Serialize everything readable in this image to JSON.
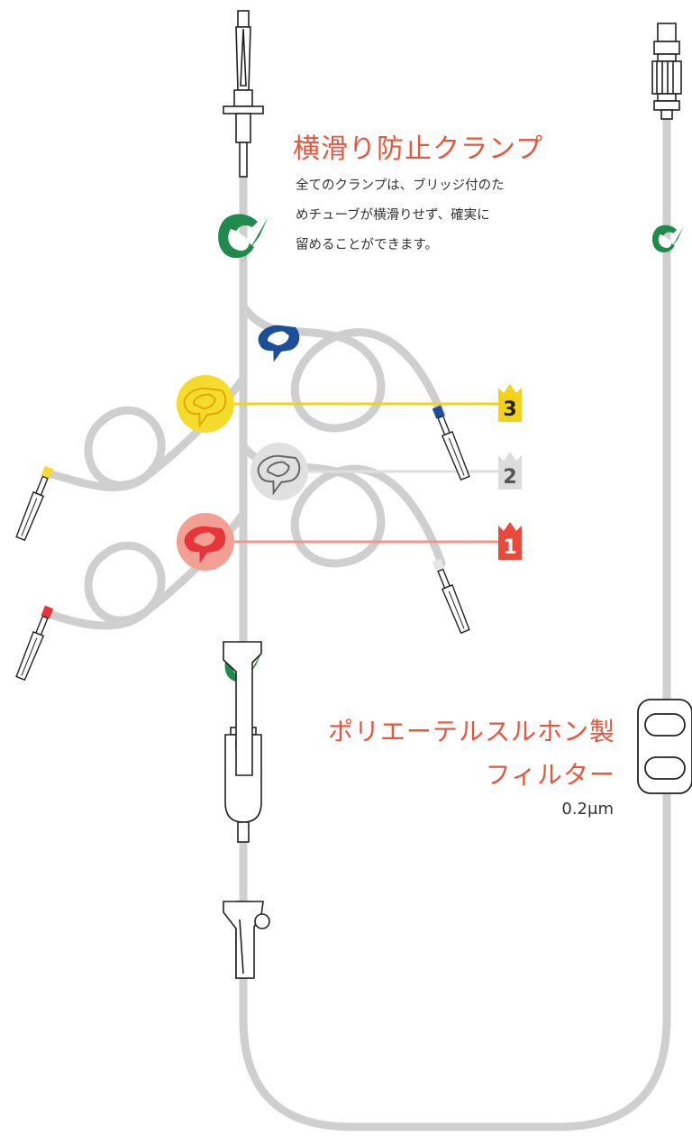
{
  "clamp_section": {
    "title": "横滑り防止クランプ",
    "description_lines": [
      "全てのクランプは、ブリッジ付のた",
      "めチューブが横滑りせず、確実に",
      "留めることができます。"
    ]
  },
  "filter_section": {
    "title_line1": "ポリエーテルスルホン製",
    "title_line2": "フィルター",
    "spec": "0.2μm"
  },
  "port_labels": [
    {
      "number": "3",
      "color": "#f2d21b",
      "text_color": "#222222"
    },
    {
      "number": "2",
      "color": "#dcdcdc",
      "text_color": "#555555"
    },
    {
      "number": "1",
      "color": "#e84a3c",
      "text_color": "#ffffff"
    }
  ],
  "colors": {
    "accent": "#e8553d",
    "tube": "#cfcfcf",
    "clamp_green": "#1f8a4c",
    "clamp_blue": "#1d4e9a",
    "yellow": "#f5dc2c",
    "red": "#e8353a"
  }
}
